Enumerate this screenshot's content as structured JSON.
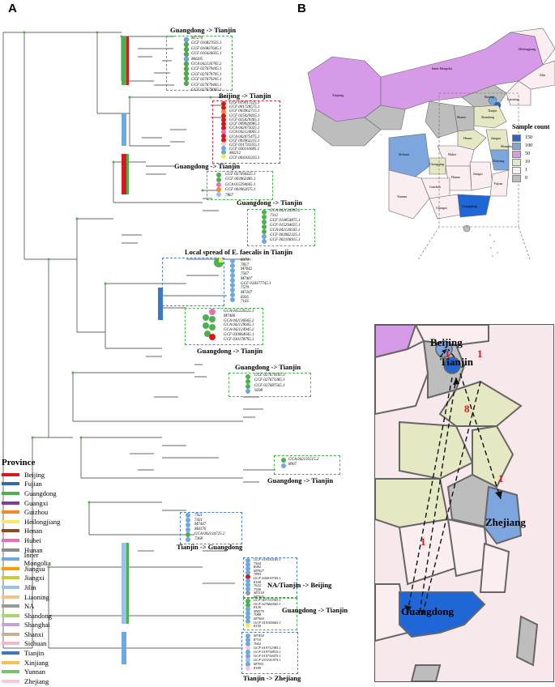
{
  "panels": {
    "a": "A",
    "b": "B"
  },
  "tree": {
    "clades": [
      {
        "label": "Guangdong -> Tianjin",
        "tips": [
          "M7270",
          "GCF 016827635.1",
          "GCF 016827645.1",
          "GCF 016426035.1",
          "M4205",
          "GCA 042126705.2",
          "GCF 027679445.1",
          "GCF 027679705.1",
          "GCF 027679295.1",
          "GCF 027679465.1",
          "GCF 027679005.1"
        ]
      },
      {
        "label": "Beijing -> Tianjin",
        "tips": [
          "GCF 019917225.1",
          "GCF 001728575.1",
          "GCF 003962715.1",
          "GCF 025429435.1",
          "GCF 025429365.1",
          "GCF 009920985.1",
          "GCA 042075025.1",
          "GCA 042124065.1",
          "GCA 042075475.1",
          "GCF 003962215.1",
          "GCF 031733355.1",
          "GCF 030110085.1",
          "M4212",
          "GCF 004103335.1"
        ]
      },
      {
        "label": "Guangdong -> Tianjin",
        "tips": [
          "GCF 027694425.1",
          "GCF 003962485.1",
          "GCA 015294605.1",
          "GCF 003962675.1",
          "7867"
        ]
      },
      {
        "label": "Guangdong -> Tianjin",
        "tips": [
          "GCA 042134995.2",
          "7312",
          "GCF 014854875.1",
          "GCF 015294025.1",
          "GCA 042136565.1",
          "GCF 003962325.1",
          "GCF 002106915.1"
        ]
      },
      {
        "label": "Local spread of E. faecalis in Tianjin",
        "tips": [
          "8374",
          "7857",
          "M7042",
          "7567",
          "M7407",
          "GCF 018377745.1",
          "7579",
          "M7207",
          "8205",
          "7165"
        ]
      },
      {
        "label": "Guangdong -> Tianjin",
        "tips": [
          "GCA 041226525.1",
          "M7406",
          "GCA 042136665.2",
          "GCA 042129605.1",
          "GCA 042124945.2",
          "GCF 030064645.1",
          "GCF 030178795.1"
        ]
      },
      {
        "label": "Guangdong -> Tianjin",
        "tips": [
          "GCF 027674105.1",
          "GCF 027673385.1",
          "GCF 027687565.1",
          "9298"
        ]
      },
      {
        "label": "Guangdong -> Tianjin",
        "tips": [
          "GCA 042135515.2",
          "8007"
        ]
      },
      {
        "label": "Tianjin -> Guangdong",
        "tips": [
          "7921",
          "7431",
          "M7447",
          "M4376",
          "GCA 042134725.2",
          "7368"
        ]
      },
      {
        "label": "NA/Tianjin -> Beijing",
        "tips": [
          "GCF 019330185.1",
          "7560",
          "8082",
          "M7927",
          "7893",
          "GCF 026019745.1",
          "8108",
          "7622",
          "7546",
          "M7218",
          "M7303"
        ]
      },
      {
        "label": "Guangdong -> Tianjin",
        "tips": [
          "GCF 007133365.1",
          "GCF 027666565.1",
          "8126",
          "M4379",
          "7088",
          "M7560",
          "GCF 019165665.1",
          "8150"
        ]
      },
      {
        "label": "Tianjin -> Zhejiang",
        "tips": [
          "M7454",
          "8710",
          "7602",
          "GCF 019732385.1",
          "GCF 019734915.1",
          "GCF 019734475.1",
          "GCF 033141975.1",
          "M7951",
          "8189"
        ]
      }
    ]
  },
  "province_legend": {
    "title": "Province",
    "items": [
      {
        "name": "Beijing",
        "color": "#d7191c"
      },
      {
        "name": "Fujian",
        "color": "#2b6cb0"
      },
      {
        "name": "Guangdong",
        "color": "#4caf50"
      },
      {
        "name": "Guangxi",
        "color": "#7b3fa0"
      },
      {
        "name": "Guizhou",
        "color": "#f4892a"
      },
      {
        "name": "Heilongjiang",
        "color": "#f5e663"
      },
      {
        "name": "Henan",
        "color": "#8c4a1f"
      },
      {
        "name": "Hubei",
        "color": "#e86fb6"
      },
      {
        "name": "Hunan",
        "color": "#8b8b8b"
      },
      {
        "name": "Inner Mongolia",
        "color": "#6fa8dc"
      },
      {
        "name": "Jiangsu",
        "color": "#ff9900"
      },
      {
        "name": "Jiangxi",
        "color": "#c9c93a"
      },
      {
        "name": "Jilin",
        "color": "#9bc1e6"
      },
      {
        "name": "Liaoning",
        "color": "#f7c08a"
      },
      {
        "name": "NA",
        "color": "#999999"
      },
      {
        "name": "Shandong",
        "color": "#a6d96a"
      },
      {
        "name": "Shanghai",
        "color": "#c8a2d6"
      },
      {
        "name": "Shanxi",
        "color": "#c7b299"
      },
      {
        "name": "Sichuan",
        "color": "#f4b6c8"
      },
      {
        "name": "Tianjin",
        "color": "#3a78c2"
      },
      {
        "name": "Xinjiang",
        "color": "#f2c14e"
      },
      {
        "name": "Yunnan",
        "color": "#7cc16b"
      },
      {
        "name": "Zhejiang",
        "color": "#f9c9d8"
      }
    ]
  },
  "sample_legend": {
    "title": "Sample count",
    "items": [
      {
        "label": "150",
        "color": "#1f66d6"
      },
      {
        "label": "100",
        "color": "#7ea6de"
      },
      {
        "label": "50",
        "color": "#d79ae8"
      },
      {
        "label": "10",
        "color": "#e6e8c4"
      },
      {
        "label": "1",
        "color": "#fbeef1"
      },
      {
        "label": "0",
        "color": "#bdbdbd"
      }
    ]
  },
  "map_labels": [
    "Xinjiang",
    "Inner Mongolia",
    "Heilongjiang",
    "Jilin",
    "Liaoning",
    "Beijing",
    "Tianjin",
    "Shanxi",
    "Shandong",
    "Henan",
    "Jiangsu",
    "Shanghai",
    "Hubei",
    "Zhejiang",
    "Sichuan",
    "Chongqing",
    "Hunan",
    "Jiangxi",
    "Fujian",
    "Guizhou",
    "Yunnan",
    "Guangxi",
    "Guangdong"
  ],
  "zoom": {
    "labels": {
      "beijing": "Beijing",
      "tianjin": "Tianjin",
      "zhejiang": "Zhejiang",
      "guangdong": "Guangdong"
    },
    "counts": {
      "beijing_to_tianjin": "1",
      "tianjin_to_beijing": "1",
      "guangdong_to_tianjin": "8",
      "tianjin_to_zhejiang": "1",
      "tianjin_to_guangdong": "1"
    }
  }
}
